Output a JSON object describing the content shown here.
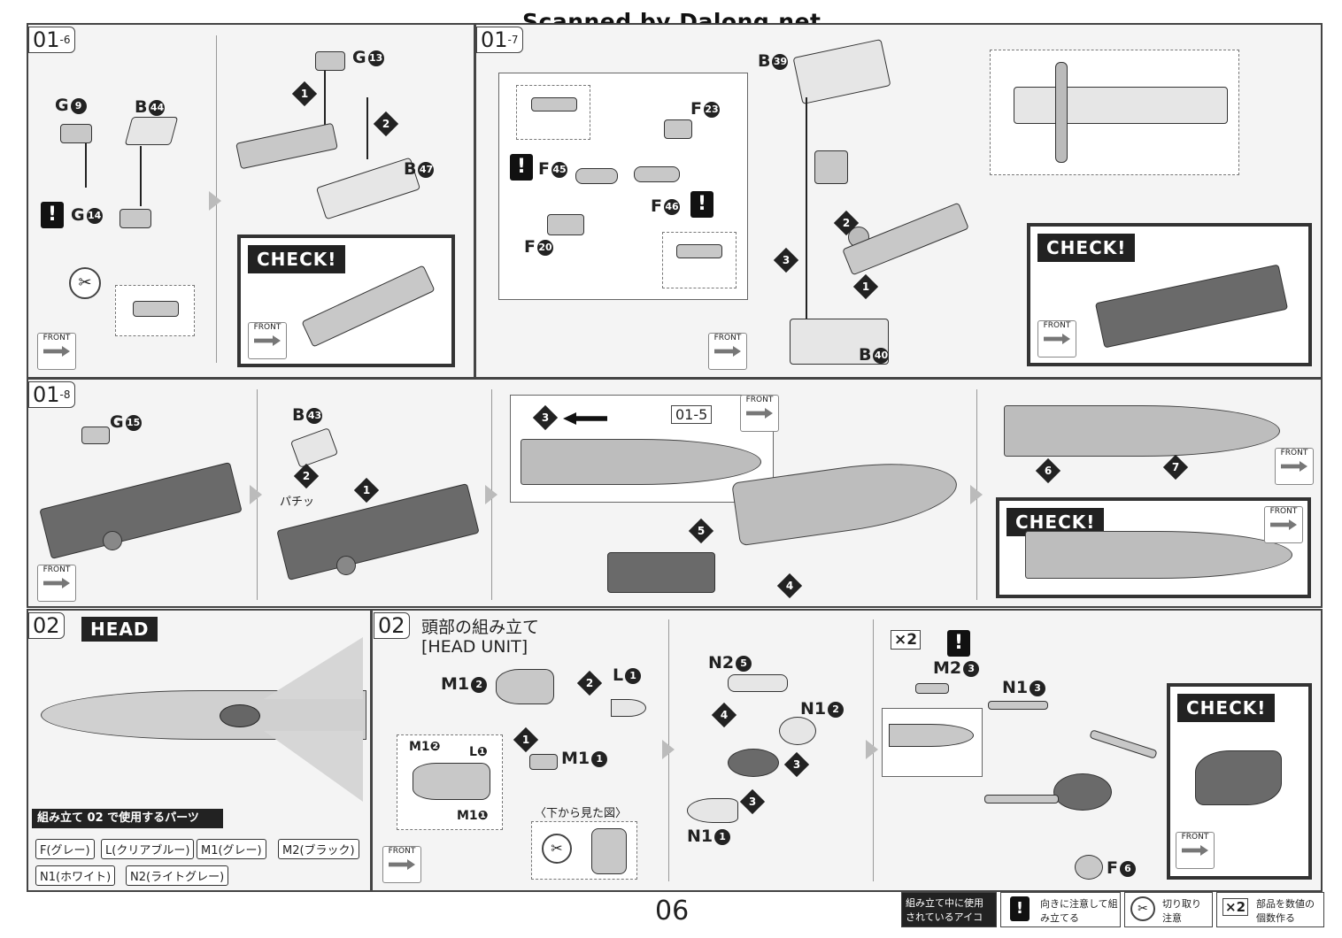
{
  "watermark": "Scanned by Dalong.net",
  "page_number": "06",
  "steps": {
    "s016": {
      "main": "01",
      "sub": "-6"
    },
    "s017": {
      "main": "01",
      "sub": "-7"
    },
    "s018": {
      "main": "01",
      "sub": "-8"
    },
    "s02a": {
      "main": "02"
    },
    "s02b": {
      "main": "02"
    }
  },
  "labels": {
    "g9": "G",
    "g9n": "9",
    "b44": "B",
    "b44n": "44",
    "g14": "G",
    "g14n": "14",
    "g13": "G",
    "g13n": "13",
    "b47": "B",
    "b47n": "47",
    "b39": "B",
    "b39n": "39",
    "f23": "F",
    "f23n": "23",
    "f45": "F",
    "f45n": "45",
    "f46": "F",
    "f46n": "46",
    "f20": "F",
    "f20n": "20",
    "b40": "B",
    "b40n": "40",
    "g15": "G",
    "g15n": "15",
    "b43": "B",
    "b43n": "43",
    "m12": "M1",
    "m12n": "2",
    "l1": "L",
    "l1n": "1",
    "m11": "M1",
    "m11n": "1",
    "n25": "N2",
    "n25n": "5",
    "n12": "N1",
    "n12n": "2",
    "n11": "N1",
    "n11n": "1",
    "m23": "M2",
    "m23n": "3",
    "n13": "N1",
    "n13n": "3",
    "f6": "F",
    "f6n": "6",
    "inset_m12": "M1❷",
    "inset_l1": "L❶",
    "inset_m11": "M1❶"
  },
  "check_label": "CHECK!",
  "front_label": "FRONT",
  "ref_step": "01-5",
  "pachi": "パチッ",
  "head_badge": "HEAD",
  "head_title_jp": "頭部の組み立て",
  "head_title_en": "[HEAD UNIT]",
  "bottom_view": "〈下から見た図〉",
  "times2": "×2",
  "parts_used_title": "組み立て 02 で使用するパーツ",
  "parts_chips": [
    "F(グレー)",
    "L(クリアブルー)",
    "M1(グレー)",
    "M2(ブラック)",
    "N1(ホワイト)",
    "N2(ライトグレー)"
  ],
  "legend": {
    "title": "組み立て中に使用されているアイコン",
    "orient": "向きに注意して組み立てる",
    "cut": "切り取り注意",
    "count": "部品を数値の個数作る",
    "count_icon": "×2"
  }
}
